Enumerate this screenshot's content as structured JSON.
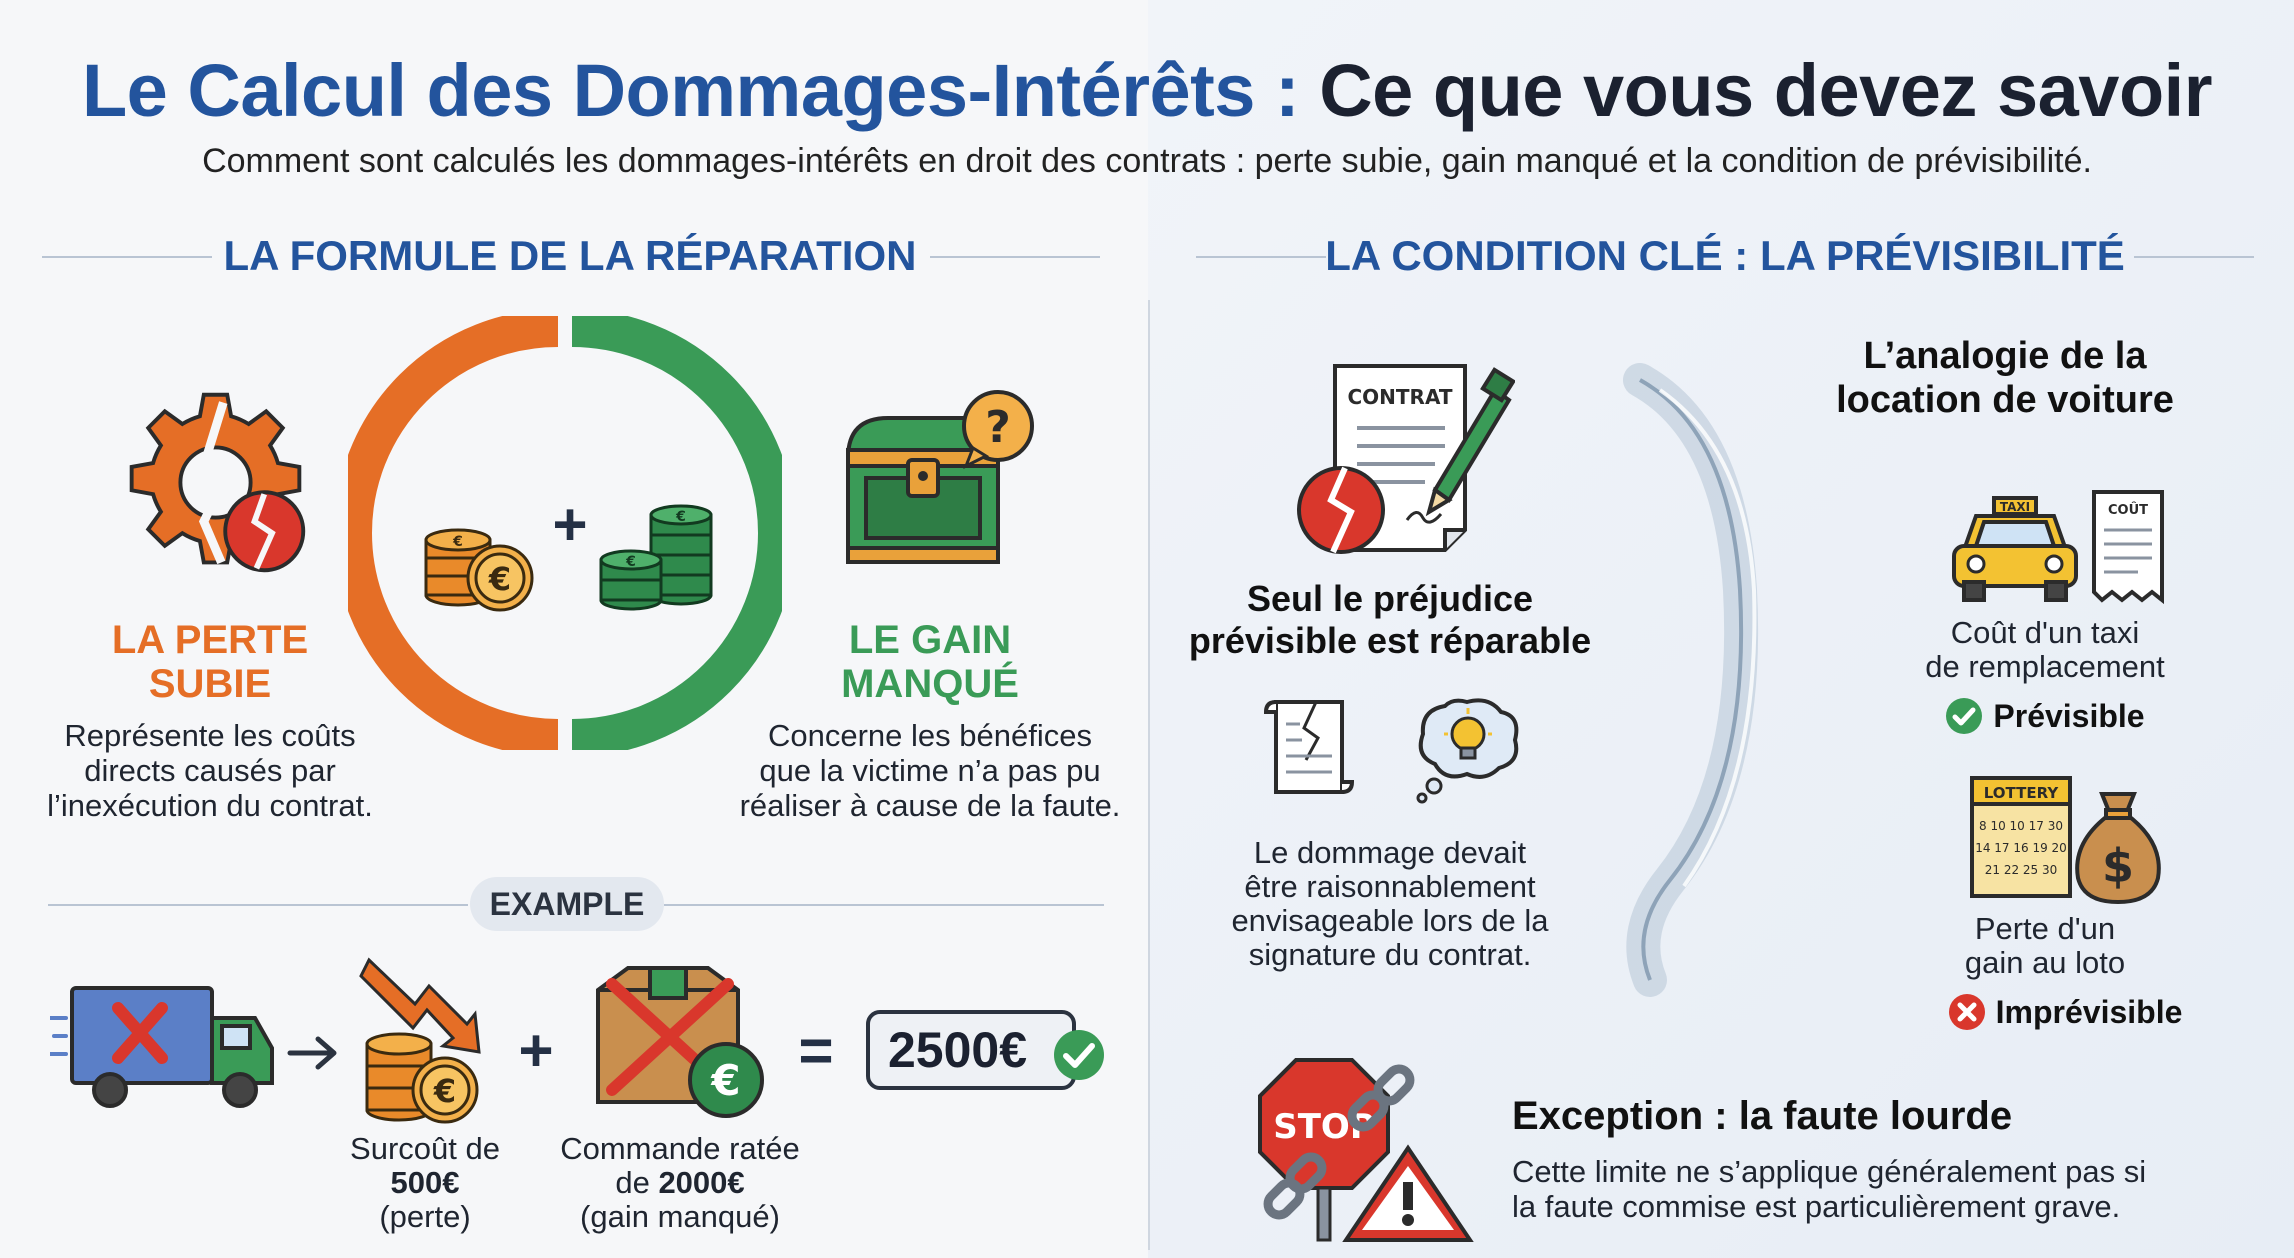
{
  "header": {
    "title_part1": "Le Calcul des Dommages-Intérêts :",
    "title_part2": "Ce que vous devez savoir",
    "subtitle": "Comment sont calculés les dommages-intérêts en droit des contrats : perte subie, gain manqué et la condition de prévisibilité."
  },
  "left": {
    "heading": "LA FORMULE DE LA RÉPARATION",
    "perte": {
      "title_line1": "LA PERTE",
      "title_line2": "SUBIE",
      "desc_line1": "Représente les coûts",
      "desc_line2": "directs causés par",
      "desc_line3": "l’inexécution du contrat."
    },
    "gain": {
      "title_line1": "LE GAIN",
      "title_line2": "MANQUÉ",
      "desc_line1": "Concerne les bénéfices",
      "desc_line2": "que la victime n’a pas pu",
      "desc_line3": "réaliser à cause de la faute."
    },
    "plus": "+",
    "example": {
      "label": "EXAMPLE",
      "surcout_line1": "Surcoût de",
      "surcout_amount": "500€",
      "surcout_line3": "(perte)",
      "commande_line1": "Commande ratée",
      "commande_prefix": "de",
      "commande_amount": "2000€",
      "commande_line3": "(gain manqué)",
      "plus": "+",
      "equals": "=",
      "result": "2500€"
    }
  },
  "right": {
    "heading": "LA CONDITION CLÉ : LA PRÉVISIBILITÉ",
    "contract_label": "CONTRAT",
    "main_line1": "Seul le préjudice",
    "main_line2": "prévisible est réparable",
    "rule_line1": "Le dommage devait",
    "rule_line2": "être raisonnablement",
    "rule_line3": "envisageable lors de la",
    "rule_line4": "signature du contrat.",
    "analogy_line1": "L’analogie de la",
    "analogy_line2": "location de voiture",
    "taxi_sign": "TAXI",
    "receipt_label": "COÛT",
    "taxi_line1": "Coût d'un taxi",
    "taxi_line2": "de remplacement",
    "taxi_verdict": "Prévisible",
    "lottery_label": "LOTTERY",
    "lottery_numbers": [
      "8 10 10 17 30",
      "14 17 16 19 20",
      "21 22 25 30"
    ],
    "loto_line1": "Perte d'un",
    "loto_line2": "gain au loto",
    "loto_verdict": "Imprévisible",
    "stop_sign": "STOP",
    "exception_title": "Exception : la faute lourde",
    "exception_line1": "Cette limite ne s’applique généralement pas si",
    "exception_line2": "la faute commise est particulièrement grave."
  },
  "colors": {
    "blue_title": "#23549d",
    "orange": "#e56e26",
    "green": "#3a9b57",
    "dark": "#1b2130",
    "red": "#d9372c"
  }
}
